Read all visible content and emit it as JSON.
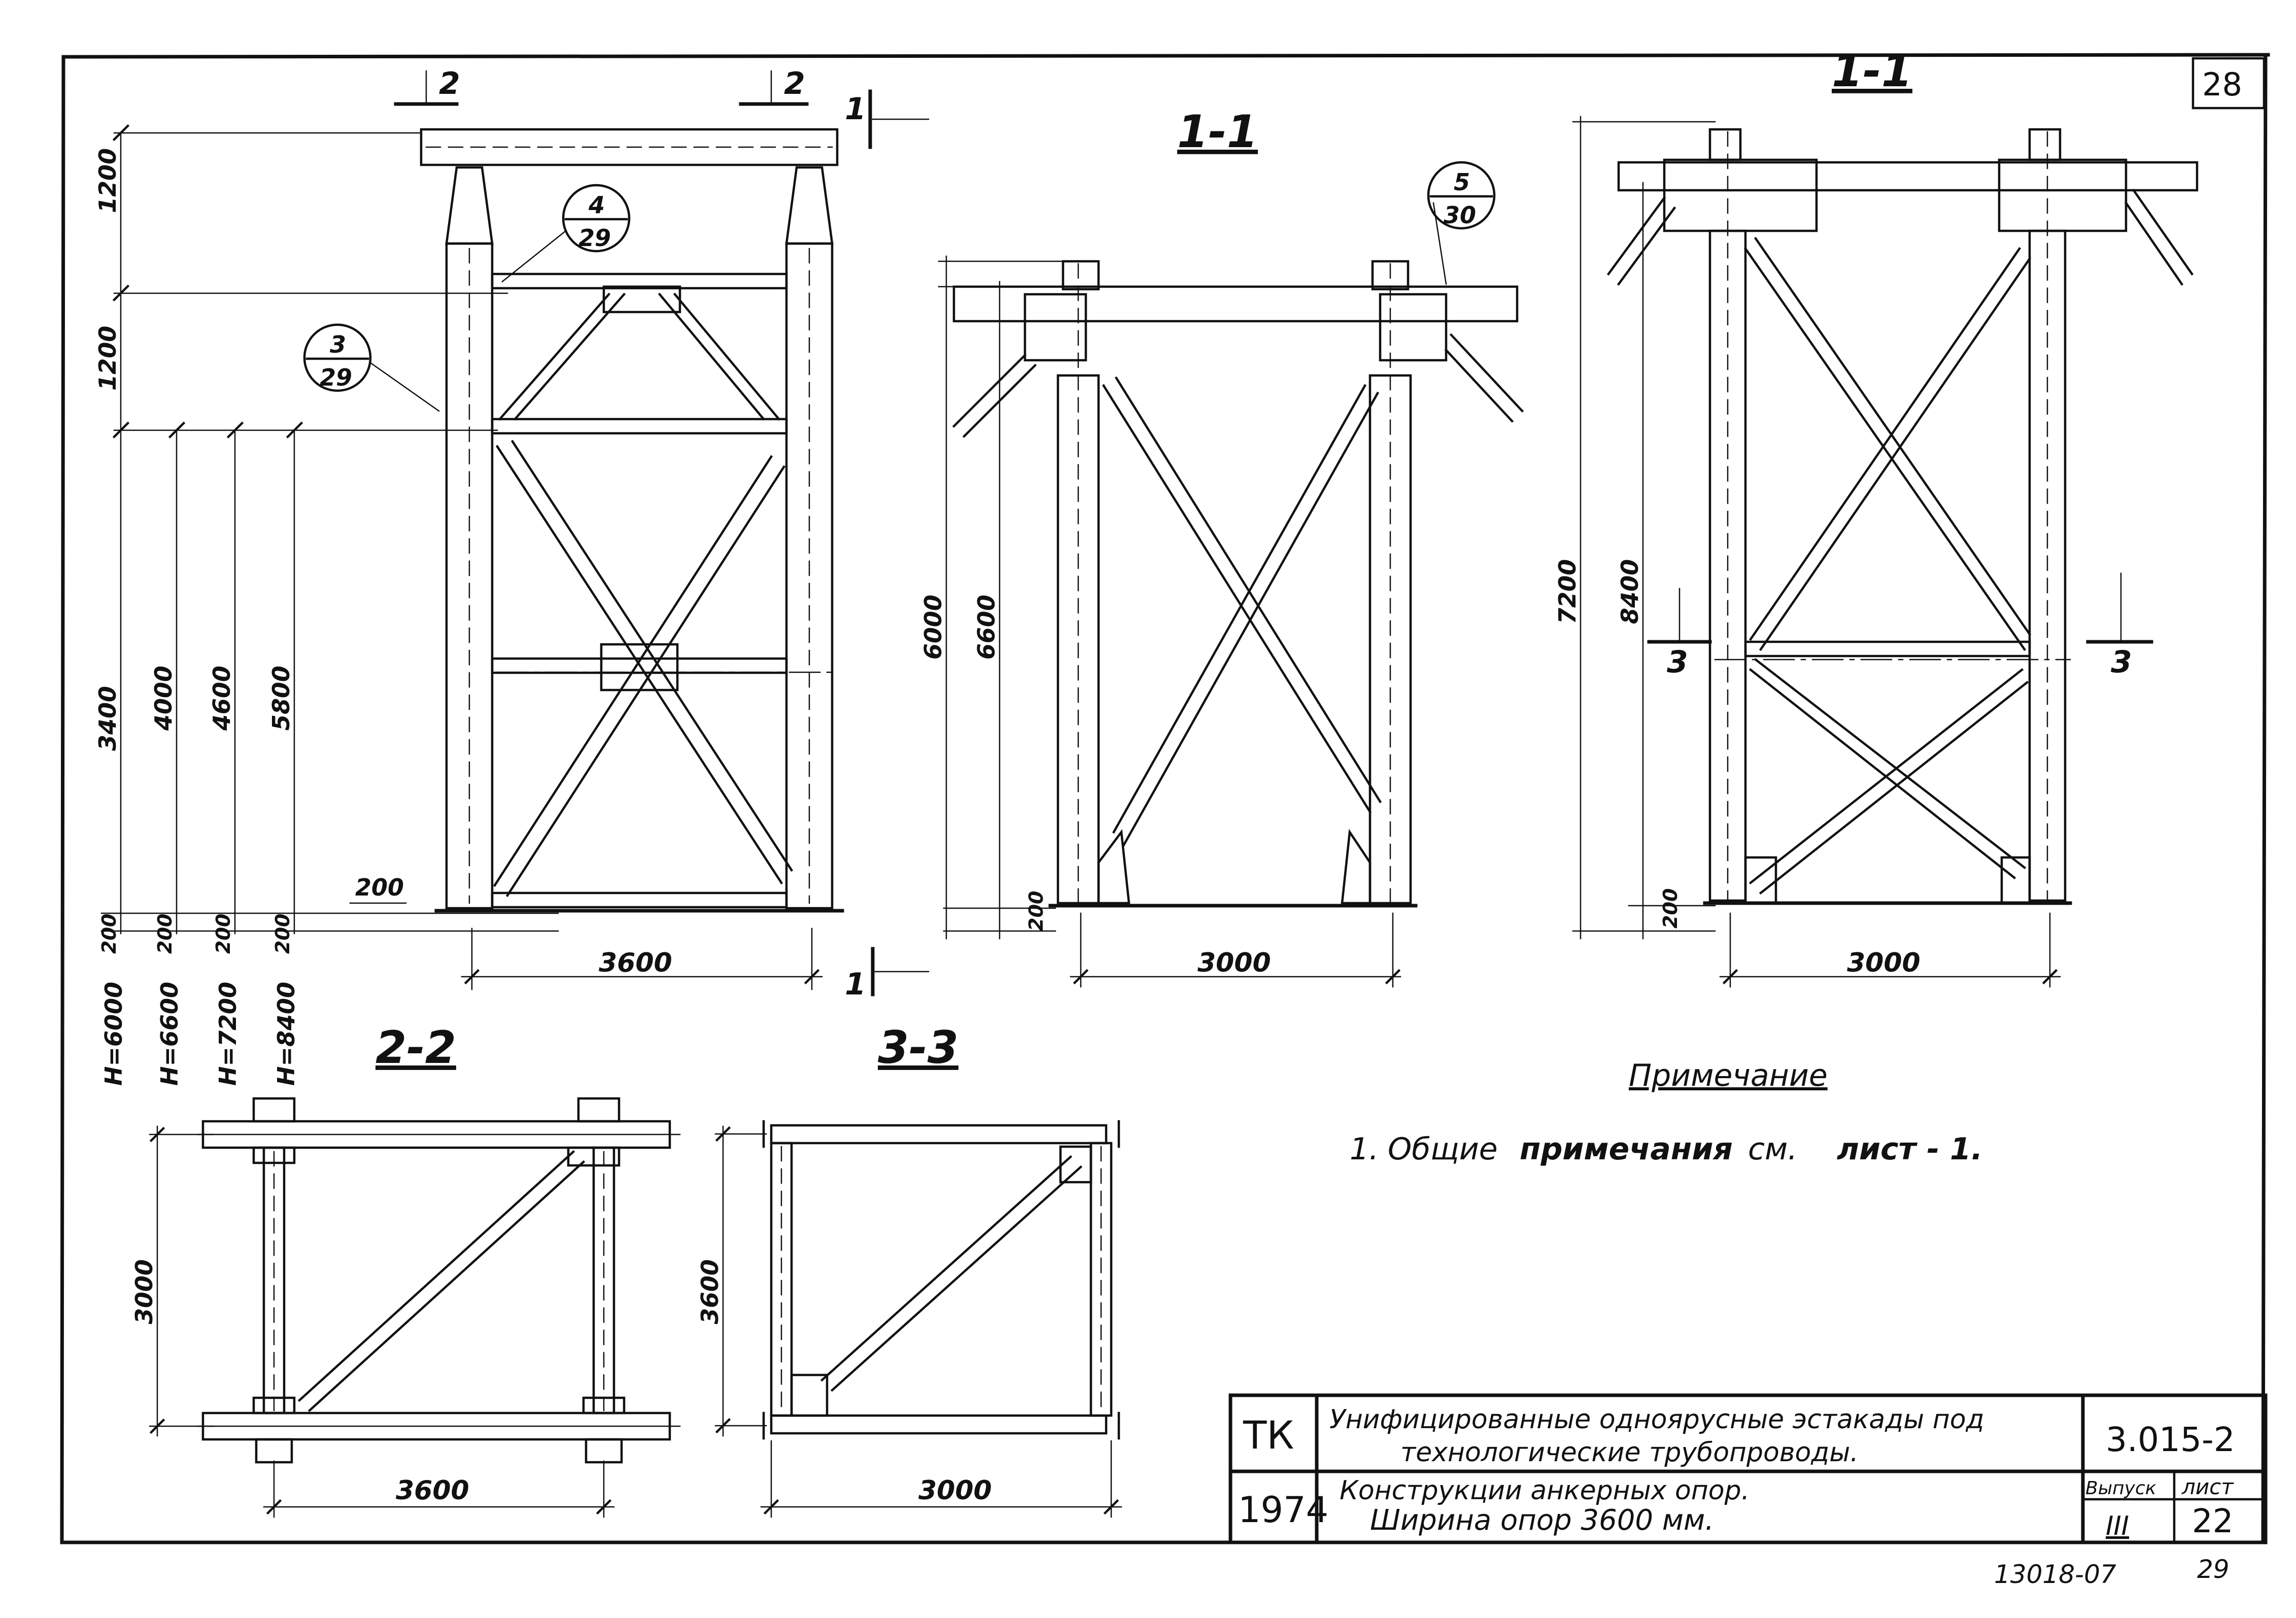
{
  "sheet": {
    "sheet_number_top": "28",
    "bottom_code": "13018-07",
    "bottom_page": "29"
  },
  "views": {
    "elevation_main": {
      "cut_label_2": "2",
      "cut_label_1": "1",
      "dims_vertical": [
        "1200",
        "1200",
        "3400",
        "4000",
        "4600",
        "5800"
      ],
      "dims_base": [
        "200",
        "200",
        "200",
        "200",
        "200"
      ],
      "heights": [
        "H=6000",
        "H=6600",
        "H=7200",
        "H=8400"
      ],
      "width": "3600",
      "callouts": [
        {
          "num": "4",
          "den": "29"
        },
        {
          "num": "3",
          "den": "29"
        }
      ]
    },
    "section_1_mid": {
      "title": "1-1",
      "dims_vertical": [
        "6000",
        "6600",
        "200"
      ],
      "width": "3000",
      "callout": {
        "num": "5",
        "den": "30"
      }
    },
    "section_1_right": {
      "title": "1-1",
      "dims_vertical": [
        "7200",
        "8400",
        "200"
      ],
      "cut_label_3": "3",
      "width": "3000"
    },
    "plan_2_2": {
      "title": "2-2",
      "dim_vertical": "3000",
      "dim_horizontal": "3600"
    },
    "plan_3_3": {
      "title": "3-3",
      "dim_vertical": "3600",
      "dim_horizontal": "3000"
    }
  },
  "note": {
    "heading": "Примечание",
    "line1_num": "1.",
    "line1_a": "Общие",
    "line1_b": "примечания",
    "line1_c": "см.",
    "line1_d": "лист - 1."
  },
  "title_block": {
    "org": "ТК",
    "year": "1974",
    "title_line1": "Унифицированные одноярусные эстакады под",
    "title_line2": "технологические трубопроводы.",
    "sub_line1": "Конструкции анкерных опор.",
    "sub_line2": "Ширина опор 3600 мм.",
    "series": "3.015-2",
    "issue_label": "Выпуск",
    "issue_value": "III",
    "sheet_label": "лист",
    "sheet_value": "22"
  }
}
